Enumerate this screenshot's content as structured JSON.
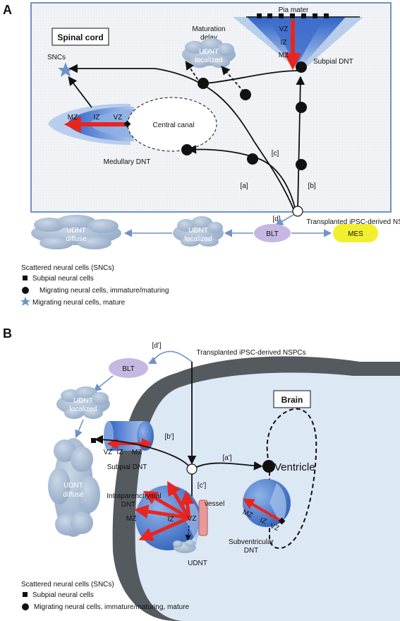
{
  "panel_a": {
    "letter": "A",
    "box_title": "Spinal cord",
    "pia_mater": "Pia mater",
    "maturation_delay_1": "Maturation",
    "maturation_delay_2": "delay",
    "udnt_localized_1": "UDNT",
    "udnt_localized_2": "localized",
    "sncs": "SNCs",
    "central_canal": "Central canal",
    "medullary_dnt": "Medullary DNT",
    "subpial_dnt": "Subpial DNT",
    "vz": "VZ",
    "iz": "IZ",
    "mz": "MZ",
    "route_a": "[a]",
    "route_b": "[b]",
    "route_c": "[c]",
    "route_d": "[d]",
    "transplanted": "Transplanted iPSC-derived NSPCs",
    "blt": "BLT",
    "mes": "MES",
    "udnt_diffuse_1": "UDNT",
    "udnt_diffuse_2": "diffuse",
    "legend_title": "Scattered neural cells (SNCs)",
    "legend_square": "Subpial neural cells",
    "legend_circle": "Migrating neural cells, immature/maturing",
    "legend_star": "Migrating neural cells, mature"
  },
  "panel_b": {
    "letter": "B",
    "route_d": "[d']",
    "route_b": "[b']",
    "route_a": "[a']",
    "route_c": "[c']",
    "transplanted": "Transplanted iPSC-derived NSPCs",
    "blt": "BLT",
    "udnt_localized_1": "UDNT",
    "udnt_localized_2": "localized",
    "udnt_diffuse_1": "UDNT",
    "udnt_diffuse_2": "diffuse",
    "box_title": "Brain",
    "ventricle": "Ventricle",
    "subpial_dnt": "Subpial DNT",
    "intraparenchymal_1": "Intraparenchymal",
    "intraparenchymal_2": "DNT",
    "vessel": "vessel",
    "udnt": "UDNT",
    "subventricular_1": "Subventricular",
    "subventricular_2": "DNT",
    "vz": "VZ",
    "iz": "IZ",
    "mz": "MZ",
    "legend_title": "Scattered neural cells (SNCs)",
    "legend_square": "Subpial neural cells",
    "legend_circle": "Migrating neural cells, immature/maturing, mature"
  },
  "colors": {
    "spinal_bg": "#eef1f6",
    "border_blue": "#5b86c4",
    "cloud": "#9ab0cc",
    "blt": "#c6b8e2",
    "mes": "#f2ef2e",
    "red": "#e8251f",
    "brain_gray": "#555a5f",
    "brain_fill": "#dde8f5"
  }
}
